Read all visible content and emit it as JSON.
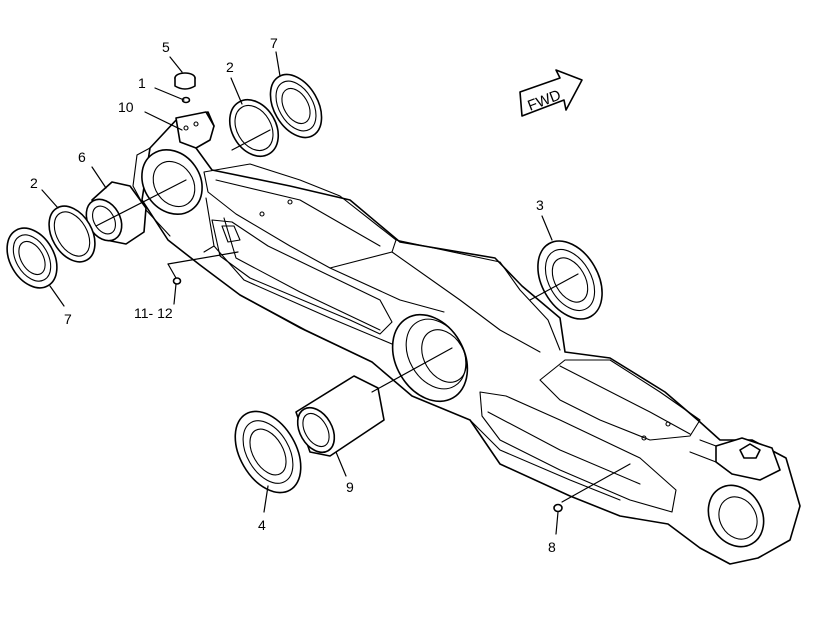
{
  "diagram": {
    "direction_label": "FWD",
    "callouts": {
      "c1": "1",
      "c2_top": "2",
      "c2_left": "2",
      "c3": "3",
      "c4": "4",
      "c5": "5",
      "c6": "6",
      "c7_top": "7",
      "c7_left": "7",
      "c8": "8",
      "c9": "9",
      "c10": "10",
      "c11_12": "11- 12"
    },
    "colors": {
      "line": "#000000",
      "background": "#ffffff"
    }
  }
}
